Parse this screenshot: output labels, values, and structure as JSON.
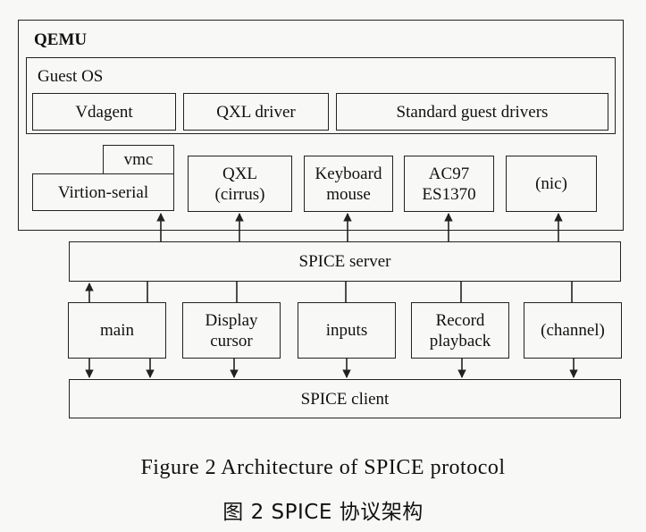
{
  "qemu": {
    "title": "QEMU"
  },
  "guest_os": {
    "title": "Guest OS",
    "components": [
      "Vdagent",
      "QXL driver",
      "Standard guest drivers"
    ]
  },
  "devices": {
    "vmc": "vmc",
    "virtio_serial": "Virtion-serial",
    "qxl": [
      "QXL",
      "(cirrus)"
    ],
    "keyboard": [
      "Keyboard",
      "mouse"
    ],
    "audio": [
      "AC97",
      "ES1370"
    ],
    "nic": "(nic)"
  },
  "spice_server": "SPICE server",
  "channels": {
    "main": "main",
    "display": [
      "Display",
      "cursor"
    ],
    "inputs": "inputs",
    "record": [
      "Record",
      "playback"
    ],
    "channel": "(channel)"
  },
  "spice_client": "SPICE client",
  "caption": {
    "en": "Figure 2   Architecture of SPICE protocol",
    "zh": "图 2   SPICE 协议架构"
  }
}
